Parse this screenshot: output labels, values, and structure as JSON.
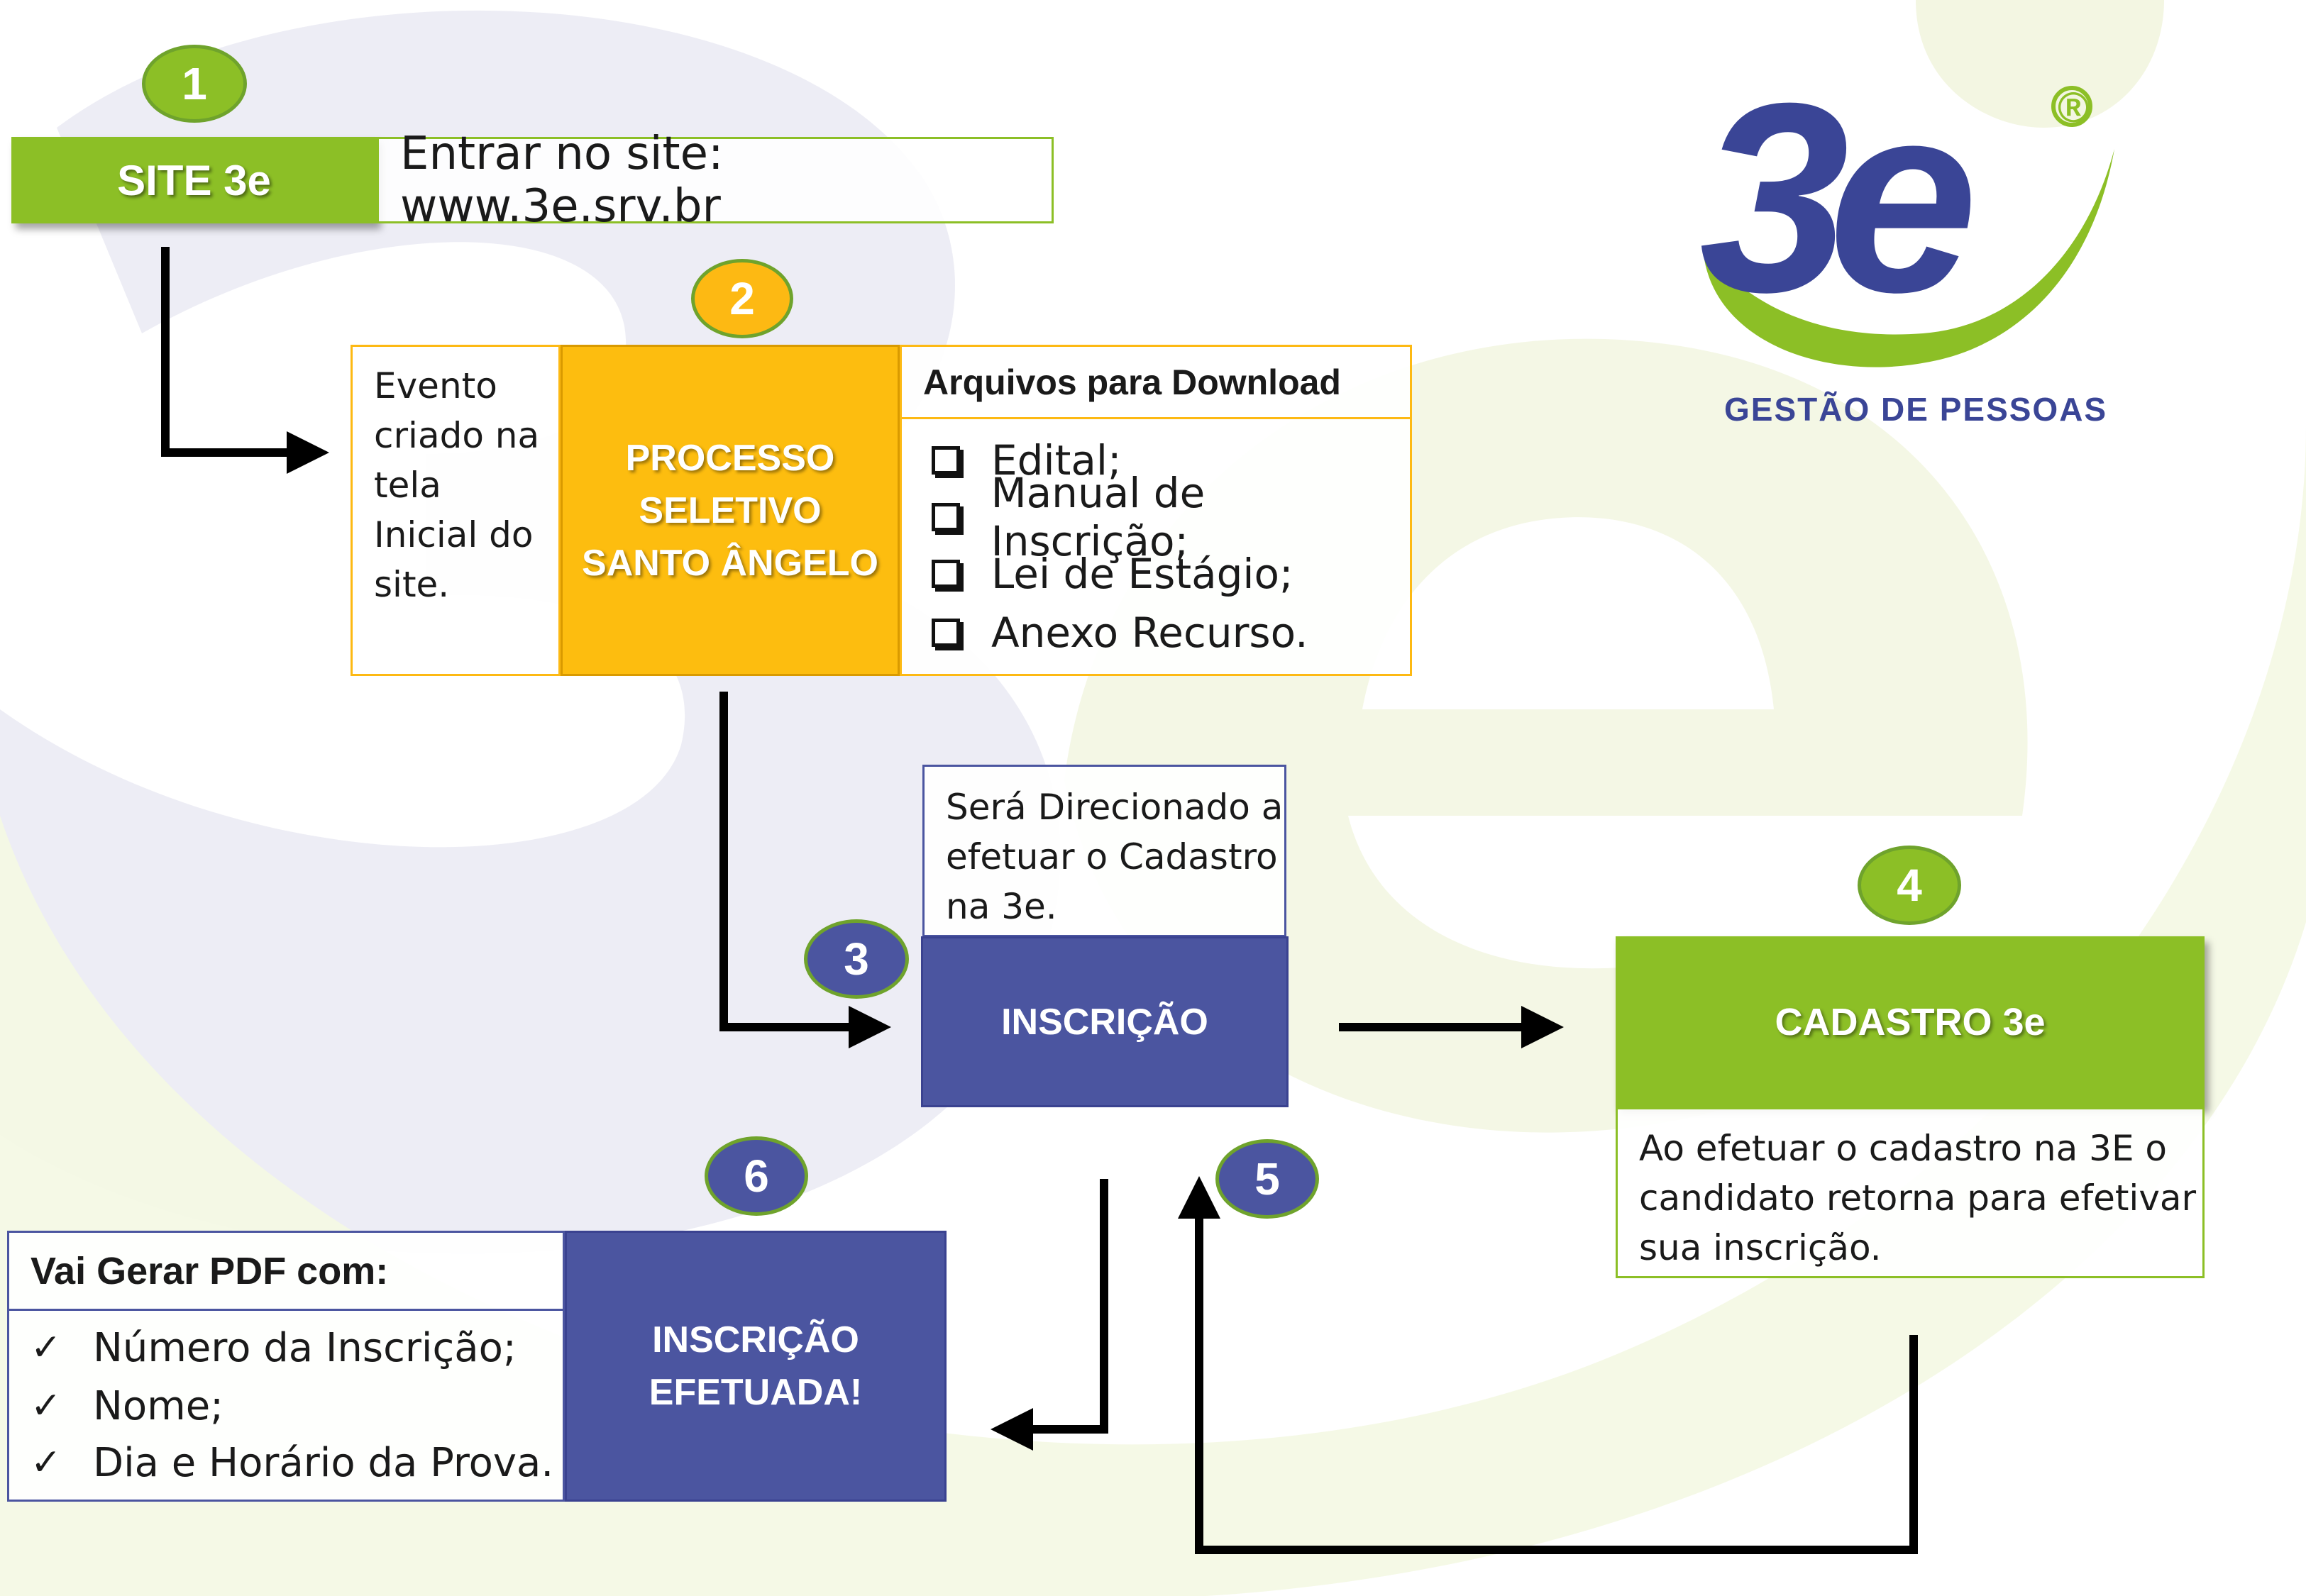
{
  "logo": {
    "brand": "3e",
    "tagline": "GESTÃO DE PESSOAS",
    "registered": "®"
  },
  "colors": {
    "green": "#8cbf26",
    "yellow": "#fdb913",
    "blue": "#4b55a0",
    "logo_blue": "#3a4596",
    "border_green": "#6fa32c"
  },
  "steps": {
    "s1": "1",
    "s2": "2",
    "s3": "3",
    "s4": "4",
    "s5": "5",
    "s6": "6"
  },
  "site": {
    "title": "SITE 3e",
    "description": "Entrar no site: www.3e.srv.br"
  },
  "event_note": {
    "line1": "Evento",
    "line2": "criado na",
    "line3": "tela",
    "line4": "Inicial do",
    "line5": "site."
  },
  "process": {
    "line1": "PROCESSO",
    "line2": "SELETIVO",
    "line3": "SANTO ÂNGELO"
  },
  "downloads": {
    "header": "Arquivos para Download",
    "items": [
      "Edital;",
      "Manual de Inscrição;",
      "Lei de Estágio;",
      "Anexo Recurso."
    ]
  },
  "redirect_note": {
    "line1": "Será Direcionado a",
    "line2": "efetuar o Cadastro",
    "line3": "na 3e."
  },
  "inscricao": {
    "label": "INSCRIÇÃO"
  },
  "cadastro": {
    "label": "CADASTRO 3e",
    "note1": "Ao efetuar o cadastro na 3E o",
    "note2": "candidato retorna para efetivar",
    "note3": "sua inscrição."
  },
  "efetuada": {
    "line1": "INSCRIÇÃO",
    "line2": "EFETUADA!"
  },
  "pdf": {
    "header": "Vai Gerar PDF com:",
    "items": [
      "Número da Inscrição;",
      "Nome;",
      "Dia e Horário da Prova."
    ]
  }
}
